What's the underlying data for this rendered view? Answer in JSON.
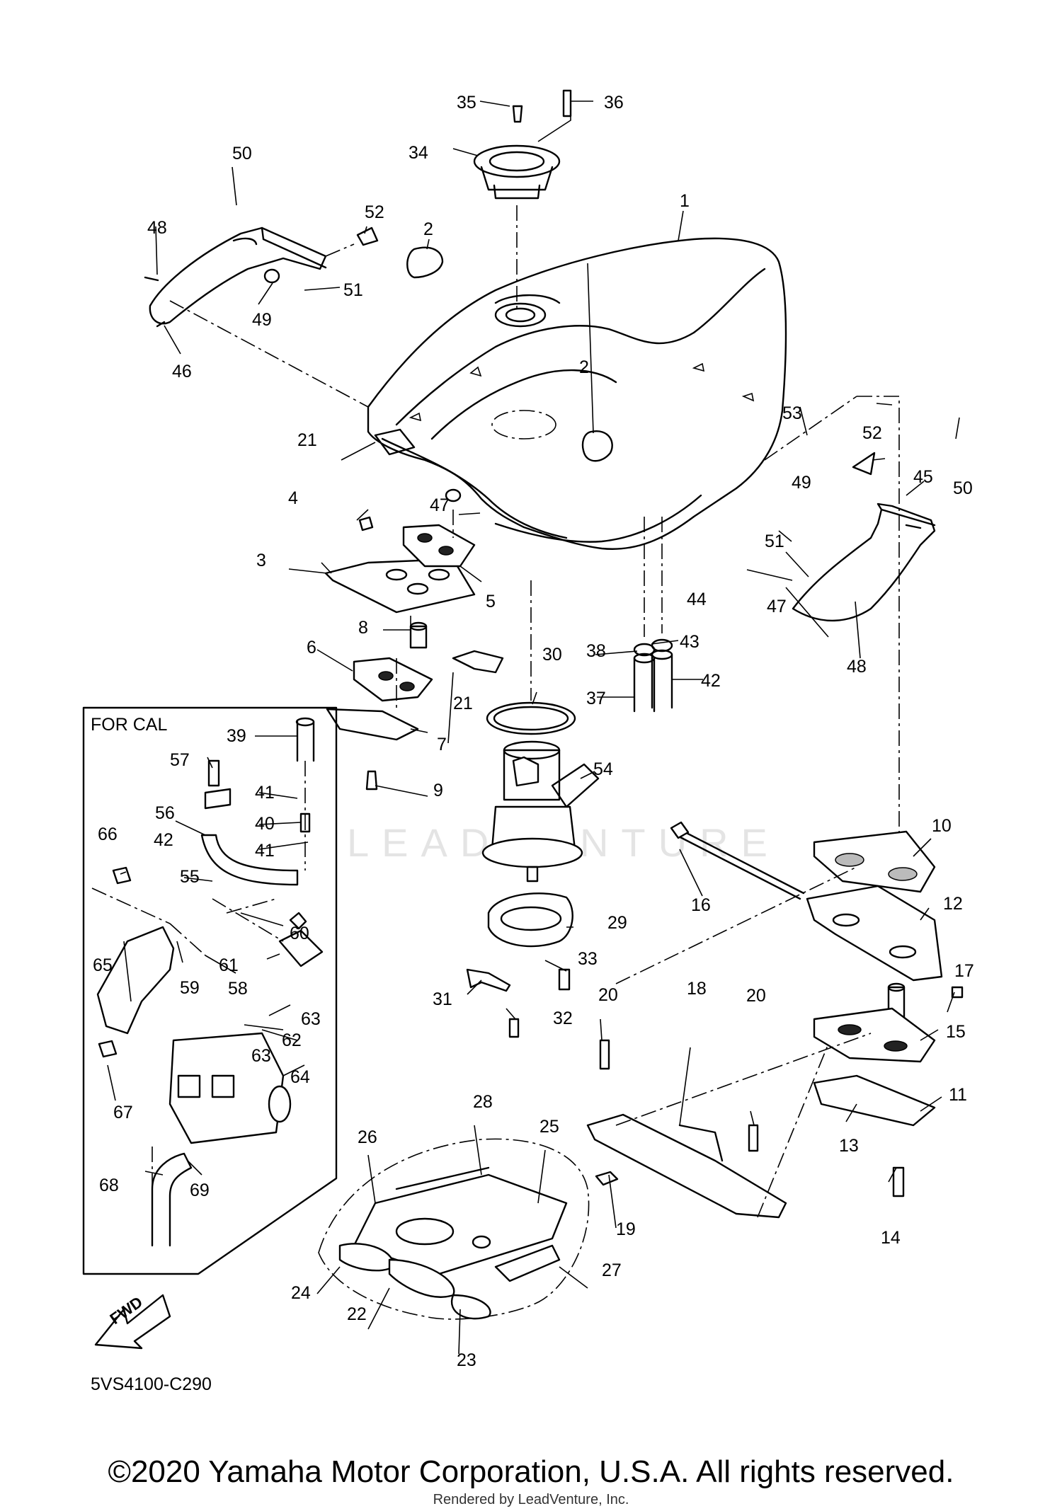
{
  "diagram": {
    "inset_label": "FOR CAL",
    "diagram_code": "5VS4100-C290",
    "direction_arrow": "FWD",
    "watermark": "LEADVENTURE",
    "callouts": [
      "1",
      "2",
      "2",
      "3",
      "4",
      "5",
      "6",
      "7",
      "8",
      "9",
      "10",
      "11",
      "12",
      "13",
      "14",
      "15",
      "16",
      "17",
      "18",
      "19",
      "20",
      "20",
      "21",
      "21",
      "22",
      "23",
      "24",
      "25",
      "26",
      "27",
      "28",
      "29",
      "30",
      "31",
      "32",
      "33",
      "34",
      "35",
      "36",
      "37",
      "38",
      "39",
      "40",
      "41",
      "41",
      "42",
      "42",
      "43",
      "44",
      "45",
      "46",
      "47",
      "47",
      "48",
      "48",
      "49",
      "49",
      "50",
      "50",
      "51",
      "51",
      "52",
      "52",
      "53",
      "54",
      "55",
      "56",
      "57",
      "58",
      "59",
      "60",
      "61",
      "62",
      "63",
      "63",
      "64",
      "65",
      "66",
      "67",
      "68",
      "69"
    ]
  },
  "footer": {
    "copyright": "©2020 Yamaha Motor Corporation, U.S.A. All rights reserved.",
    "rendered_by": "Rendered by LeadVenture, Inc."
  }
}
